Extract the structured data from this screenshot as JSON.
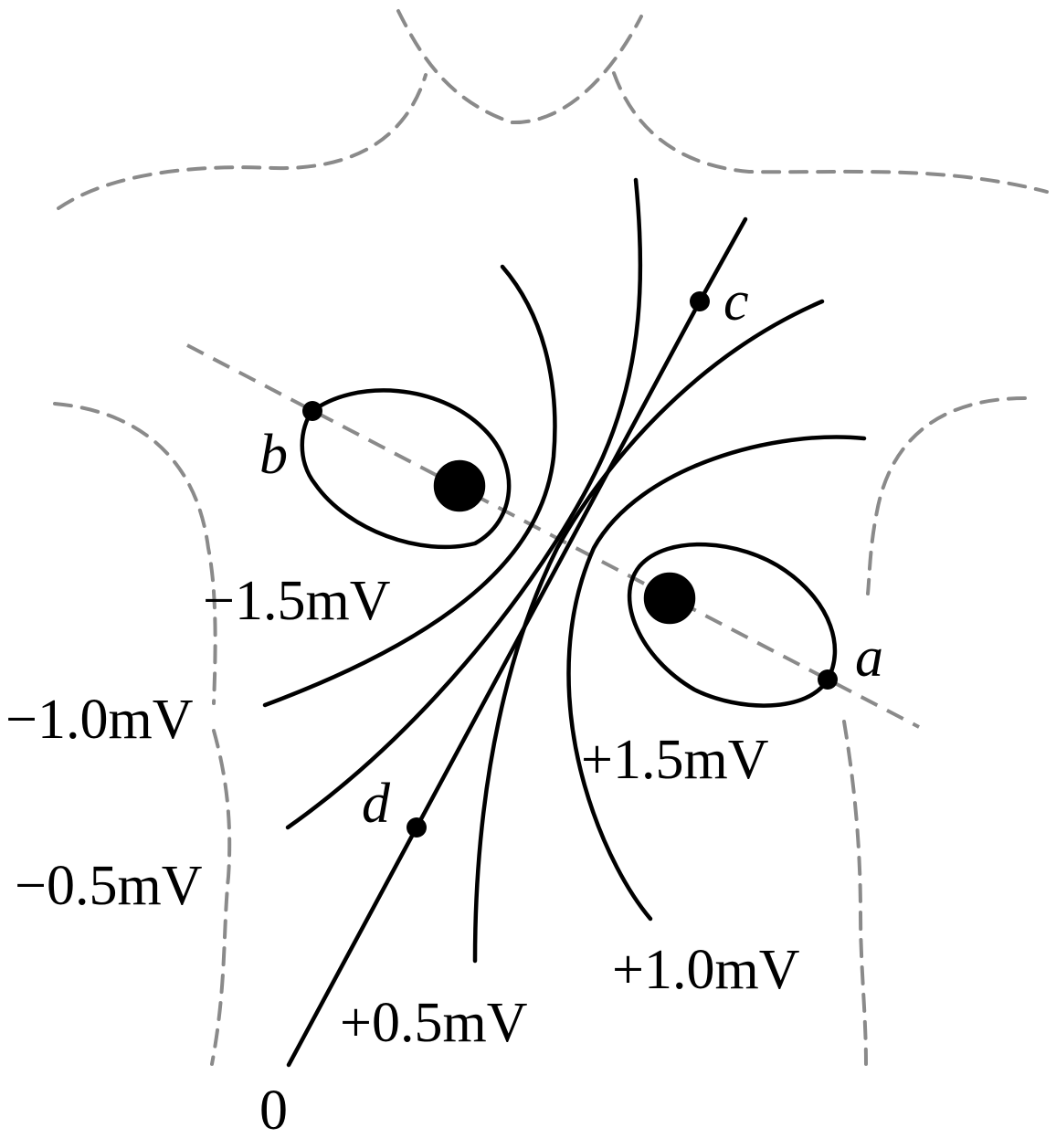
{
  "labels": {
    "neg_1_5": "−1.5mV",
    "neg_1_0": "−1.0mV",
    "neg_0_5": "−0.5mV",
    "zero": "0",
    "pos_0_5": "+0.5mV",
    "pos_1_0": "+1.0mV",
    "pos_1_5": "+1.5mV"
  },
  "points": {
    "a": "a",
    "b": "b",
    "c": "c",
    "d": "d"
  },
  "colors": {
    "contour": "#000000",
    "outline": "#8a8a8a"
  }
}
